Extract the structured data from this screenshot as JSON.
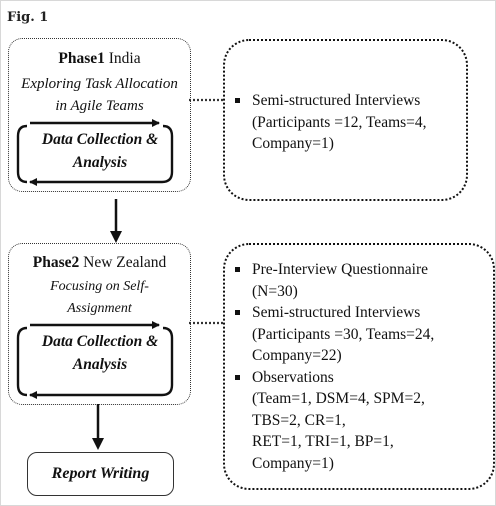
{
  "figure": {
    "label": "Fig. 1"
  },
  "phase1": {
    "title_bold": "Phase1",
    "title_rest": " India",
    "subtitle_line1": "Exploring Task Allocation",
    "subtitle_line2": "in Agile Teams",
    "dc_line1": "Data Collection &",
    "dc_line2": "Analysis",
    "details": [
      {
        "line1": "Semi-structured Interviews",
        "line2": "(Participants =12, Teams=4,",
        "line3": "Company=1)"
      }
    ]
  },
  "phase2": {
    "title_bold": "Phase2",
    "title_rest": " New Zealand",
    "subtitle_line1": "Focusing on Self-",
    "subtitle_line2": "Assignment",
    "dc_line1": "Data Collection &",
    "dc_line2": "Analysis",
    "details": [
      {
        "line1": "Pre-Interview Questionnaire",
        "line2": "(N=30)"
      },
      {
        "line1": "Semi-structured Interviews",
        "line2": "(Participants =30, Teams=24,",
        "line3": "Company=22)"
      },
      {
        "line1": "Observations",
        "line2": "(Team=1, DSM=4, SPM=2,",
        "line3": "TBS=2, CR=1,",
        "line4": "RET=1, TRI=1, BP=1,",
        "line5": "Company=1)"
      }
    ]
  },
  "report": {
    "label": "Report Writing"
  }
}
